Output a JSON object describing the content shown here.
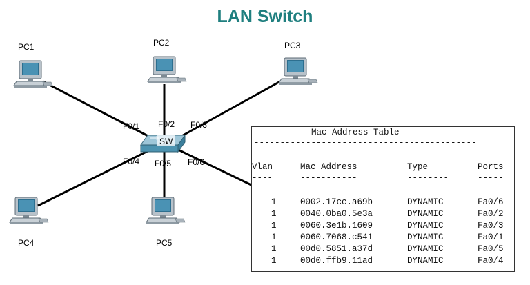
{
  "title": "LAN Switch",
  "colors": {
    "title": "#1f7f7f",
    "link": "#000000"
  },
  "switch": {
    "label": "SW",
    "icon": "switch-icon"
  },
  "pcs": [
    {
      "id": "pc1",
      "label": "PC1",
      "port": "F0/1"
    },
    {
      "id": "pc2",
      "label": "PC2",
      "port": "F0/2"
    },
    {
      "id": "pc3",
      "label": "PC3",
      "port": "F0/3"
    },
    {
      "id": "pc4",
      "label": "PC4",
      "port": "F0/4"
    },
    {
      "id": "pc5",
      "label": "PC5",
      "port": "F0/5"
    }
  ],
  "extra_port": "F0/6",
  "mac_table": {
    "title": "Mac Address Table",
    "rule": "-------------------------------------------",
    "headers": {
      "vlan": "Vlan",
      "mac": "Mac Address",
      "type": "Type",
      "ports": "Ports"
    },
    "header_dashes": {
      "vlan": "----",
      "mac": "-----------",
      "type": "--------",
      "ports": "-----"
    },
    "rows": [
      {
        "vlan": "1",
        "mac": "0002.17cc.a69b",
        "type": "DYNAMIC",
        "port": "Fa0/6"
      },
      {
        "vlan": "1",
        "mac": "0040.0ba0.5e3a",
        "type": "DYNAMIC",
        "port": "Fa0/2"
      },
      {
        "vlan": "1",
        "mac": "0060.3e1b.1609",
        "type": "DYNAMIC",
        "port": "Fa0/3"
      },
      {
        "vlan": "1",
        "mac": "0060.7068.c541",
        "type": "DYNAMIC",
        "port": "Fa0/1"
      },
      {
        "vlan": "1",
        "mac": "00d0.5851.a37d",
        "type": "DYNAMIC",
        "port": "Fa0/5"
      },
      {
        "vlan": "1",
        "mac": "00d0.ffb9.11ad",
        "type": "DYNAMIC",
        "port": "Fa0/4"
      }
    ]
  }
}
